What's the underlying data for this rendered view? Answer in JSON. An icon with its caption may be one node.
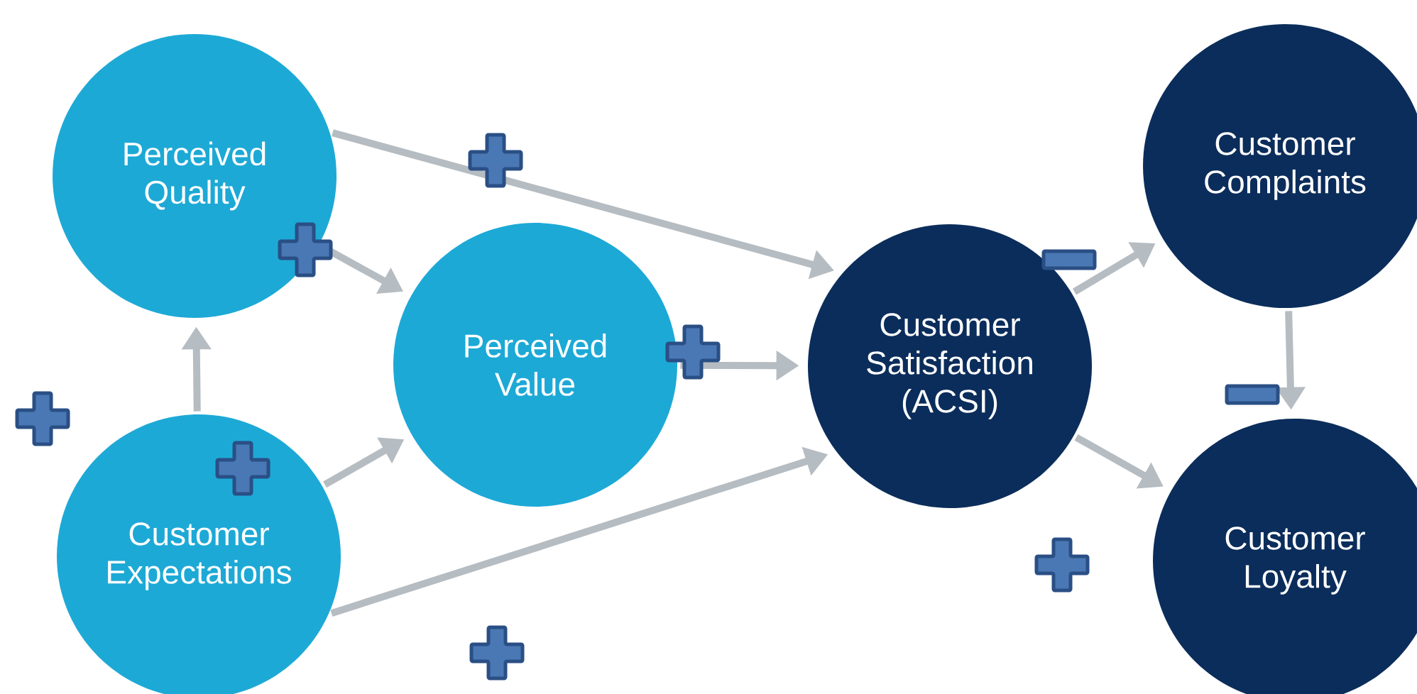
{
  "diagram": {
    "nodes": [
      {
        "text": [
          "Perceived Quality"
        ]
      },
      {
        "text": [
          "Perceived Value"
        ]
      },
      {
        "text": [
          "Customer Expectations"
        ]
      },
      {
        "text": [
          "Customer Satisfaction (ACSI)"
        ]
      },
      {
        "text": [
          "Customer Complaints"
        ]
      },
      {
        "text": [
          "Customer Loyalty"
        ]
      }
    ],
    "edges": [
      {
        "from": 2,
        "to": 0,
        "arrow": "to"
      },
      {
        "from": 0,
        "to": 1,
        "arrow": "to"
      },
      {
        "from": 2,
        "to": 1,
        "arrow": "to"
      },
      {
        "from": 0,
        "to": 3,
        "arrow": "to"
      },
      {
        "from": 1,
        "to": 3,
        "arrow": "to"
      },
      {
        "from": 2,
        "to": 3,
        "arrow": "to"
      },
      {
        "from": 3,
        "to": 4,
        "arrow": "to"
      },
      {
        "from": 4,
        "to": 5,
        "arrow": "to"
      },
      {
        "from": 3,
        "to": 5,
        "arrow": "to"
      }
    ]
  }
}
